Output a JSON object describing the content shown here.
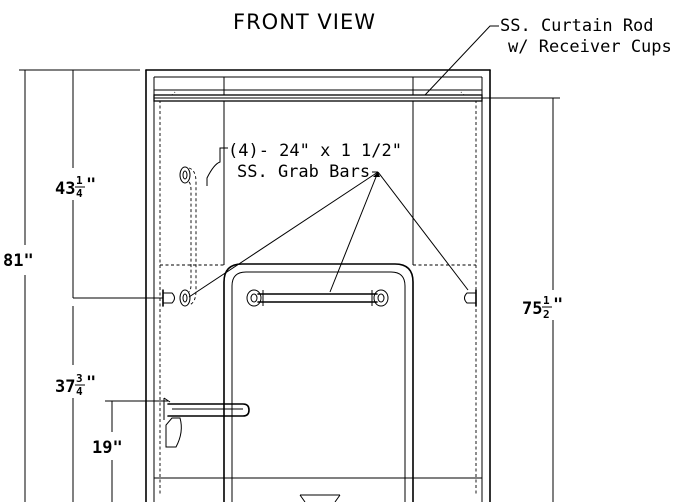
{
  "view_title": "FRONT VIEW",
  "callouts": {
    "curtain_rod_line1": "SS. Curtain Rod",
    "curtain_rod_line2": "w/ Receiver Cups",
    "grab_bars_line1": "(4)- 24\" x 1 1/2\"",
    "grab_bars_line2": "SS. Grab Bars"
  },
  "dimensions": {
    "overall_height": "81\"",
    "upper_whole": "43",
    "upper_frac_num": "1",
    "upper_frac_den": "4",
    "lower_whole": "37",
    "lower_frac_num": "3",
    "lower_frac_den": "4",
    "seat_height": "19\"",
    "rod_whole": "75",
    "rod_frac_num": "1",
    "rod_frac_den": "2"
  }
}
